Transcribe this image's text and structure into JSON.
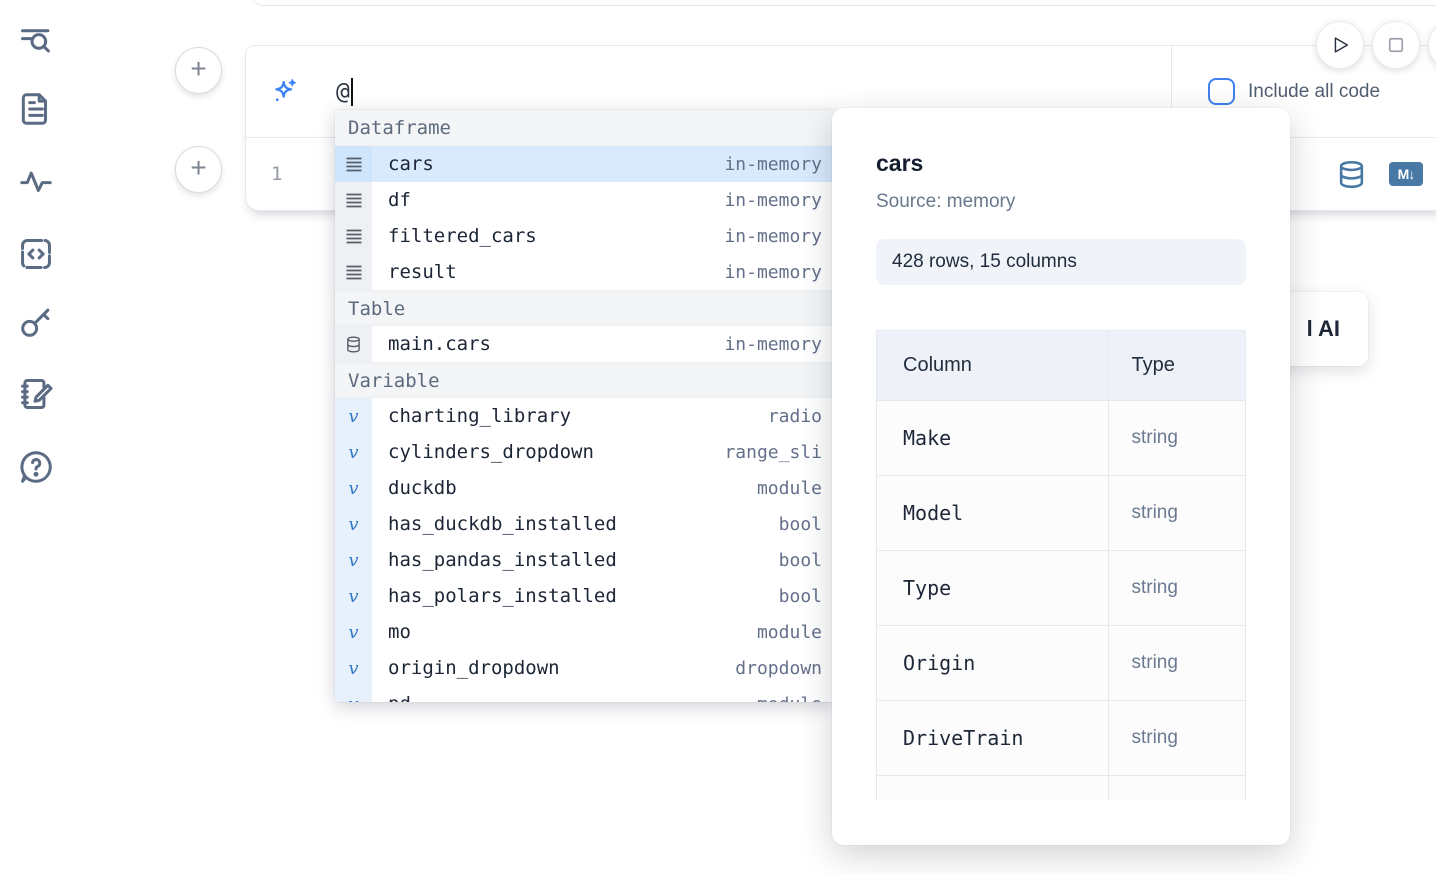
{
  "sidebar": {
    "icons": [
      "table-of-contents-search",
      "file-document",
      "tracing-activity",
      "code-snippets",
      "secrets-key",
      "scratchpad-notebook",
      "help-chat"
    ]
  },
  "prev_cell": {},
  "ai_panel": {
    "prompt_value": "@",
    "include_all_code_label": "Include all code",
    "sparkle_icon": "sparkles-icon"
  },
  "cell": {
    "line_number": "1",
    "actions": [
      "database-icon",
      "markdown-convert-icon"
    ]
  },
  "run_controls": [
    "run-button",
    "stop-button"
  ],
  "autocomplete": {
    "sections": [
      {
        "label": "Dataframe",
        "items": [
          {
            "icon": "rows",
            "name": "cars",
            "type": "in-memory",
            "selected": true
          },
          {
            "icon": "rows",
            "name": "df",
            "type": "in-memory"
          },
          {
            "icon": "rows",
            "name": "filtered_cars",
            "type": "in-memory"
          },
          {
            "icon": "rows",
            "name": "result",
            "type": "in-memory"
          }
        ]
      },
      {
        "label": "Table",
        "items": [
          {
            "icon": "database",
            "name": "main.cars",
            "type": "in-memory"
          }
        ]
      },
      {
        "label": "Variable",
        "items": [
          {
            "icon": "variable",
            "name": "charting_library",
            "type": "radio"
          },
          {
            "icon": "variable",
            "name": "cylinders_dropdown",
            "type": "range_sli"
          },
          {
            "icon": "variable",
            "name": "duckdb",
            "type": "module"
          },
          {
            "icon": "variable",
            "name": "has_duckdb_installed",
            "type": "bool"
          },
          {
            "icon": "variable",
            "name": "has_pandas_installed",
            "type": "bool"
          },
          {
            "icon": "variable",
            "name": "has_polars_installed",
            "type": "bool"
          },
          {
            "icon": "variable",
            "name": "mo",
            "type": "module"
          },
          {
            "icon": "variable",
            "name": "origin_dropdown",
            "type": "dropdown"
          },
          {
            "icon": "variable",
            "name": "pd",
            "type": "module"
          }
        ]
      }
    ]
  },
  "preview": {
    "title": "cars",
    "source": "Source: memory",
    "shape_badge": "428 rows, 15 columns",
    "table": {
      "headers": [
        "Column",
        "Type"
      ],
      "rows": [
        [
          "Make",
          "string"
        ],
        [
          "Model",
          "string"
        ],
        [
          "Type",
          "string"
        ],
        [
          "Origin",
          "string"
        ],
        [
          "DriveTrain",
          "string"
        ]
      ]
    }
  },
  "ai_button": {
    "visible_label": "l AI"
  },
  "colors": {
    "accent_blue": "#3b82f6",
    "steel_blue": "#4879a5",
    "selected_row": "#d8eafc",
    "section_header_bg": "#f3f5f7",
    "badge_bg": "#f0f4f9",
    "table_header_bg": "#eef2f8",
    "icon_slate": "#5c6b84"
  }
}
